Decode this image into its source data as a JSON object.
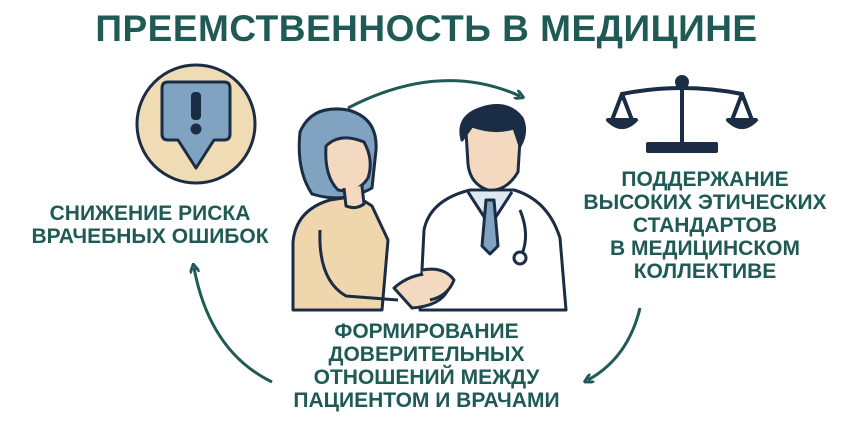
{
  "title": "ПРЕЕМСТВЕННОСТЬ В МЕДИЦИНЕ",
  "nodes": {
    "left": {
      "label": "СНИЖЕНИЕ РИСКА\nВРАЧЕБНЫХ ОШИБОК",
      "icon": "warning-exclamation-icon"
    },
    "right": {
      "label": "ПОДДЕРЖАНИЕ\nВЫСОКИХ ЭТИЧЕСКИХ\nСТАНДАРТОВ\nВ МЕДИЦИНСКОМ\nКОЛЛЕКТИВЕ",
      "icon": "scales-of-justice-icon"
    },
    "bottom": {
      "label": "ФОРМИРОВАНИЕ\nДОВЕРИТЕЛЬНЫХ\nОТНОШЕНИЙ МЕЖДУ\nПАЦИЕНТОМ И ВРАЧАМИ",
      "icon": "handshake-icon"
    }
  },
  "center_illustration": "patient-doctor-handshake",
  "colors": {
    "primary": "#1f5a55",
    "outline": "#1b2d44",
    "icon_circle": "#f0dcb4",
    "icon_blue": "#7fa3c0",
    "skin": "#f3d9bf",
    "patient_shirt": "#efd6ad"
  }
}
